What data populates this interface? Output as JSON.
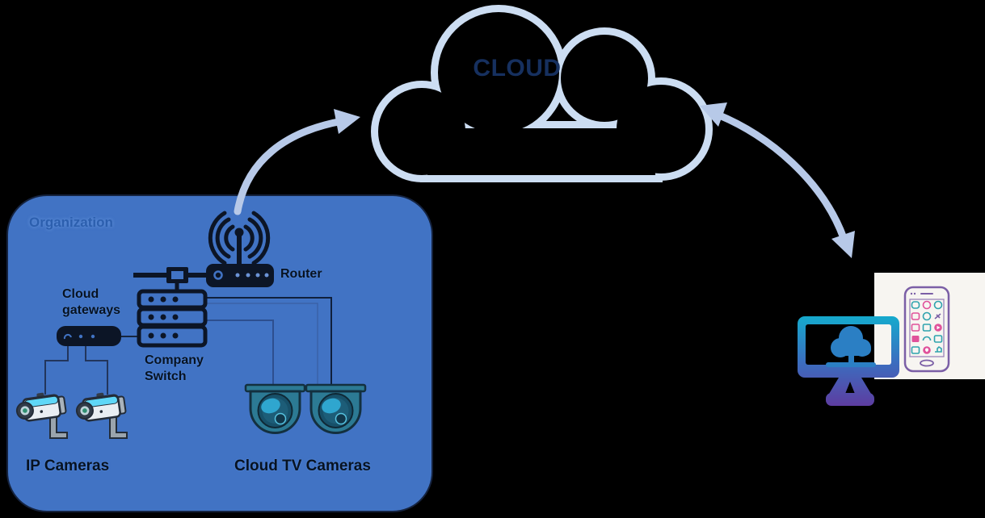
{
  "cloud": {
    "label": "CLOUD"
  },
  "organization": {
    "label": "Organization",
    "router_label": "Router",
    "gateway_label": "Cloud gateways",
    "switch_label": "Company Switch",
    "ip_cameras_label": "IP Cameras",
    "cloud_tv_cameras_label": "Cloud TV Cameras"
  },
  "icons": {
    "cloud_outline": "cloud-shape",
    "router": "wifi-router-icon",
    "switch": "rack-switch-icon",
    "gateway": "gateway-appliance-icon",
    "ip_camera": "bullet-camera-icon",
    "dome_camera": "dome-camera-icon",
    "monitor": "cloud-monitor-icon",
    "phone": "smartphone-apps-icon",
    "uplink_arrow": "curved-arrow-up",
    "client_arrow": "curved-arrow-double"
  },
  "colors": {
    "background": "#000000",
    "organization_box": "#4173c4",
    "organization_border": "#15233f",
    "organization_label": "#2c5fae",
    "cloud_outline": "#ccddf2",
    "cloud_label": "#16305f",
    "arrow": "#b7c9e8",
    "device_ink": "#0c1526",
    "label_ink": "#071221",
    "cable_dark": "#16263f",
    "cable_light": "#2d4f8f",
    "monitor_teal": "#15aacd",
    "monitor_purple": "#5d3da1",
    "screen_cloud_blue": "#2b7fc4",
    "dome_teal": "#2c7a94",
    "camera_cyan": "#5fd7f7",
    "phone_card": "#f7f5f1",
    "phone_outline": "#7b5fa6",
    "app_pink": "#e0519a",
    "app_teal": "#2fa3ae"
  }
}
